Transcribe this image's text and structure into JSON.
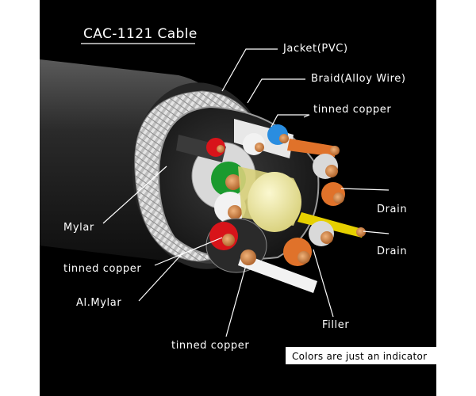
{
  "title": "CAC-1121 Cable",
  "labels": {
    "jacket": "Jacket(PVC)",
    "braid": "Braid(Alloy Wire)",
    "tinned_copper_top": "tinned copper",
    "drain_1": "Drain",
    "drain_2": "Drain",
    "mylar": "Mylar",
    "tinned_copper_left": "tinned copper",
    "al_mylar": "Al.Mylar",
    "filler": "Filler",
    "tinned_copper_bottom": "tinned copper"
  },
  "note": "Colors are just an indicator",
  "colors": {
    "background": "#000000",
    "jacket": "#1a1a1a",
    "braid": "#cfcfcf",
    "filler": "#efeaa8",
    "wire_red": "#d8141a",
    "wire_green": "#1b9a2e",
    "wire_blue": "#2a8de0",
    "wire_orange": "#e0722a",
    "wire_yellow": "#e6d000",
    "wire_white": "#f2f2f2",
    "copper": "#c97a3e"
  }
}
